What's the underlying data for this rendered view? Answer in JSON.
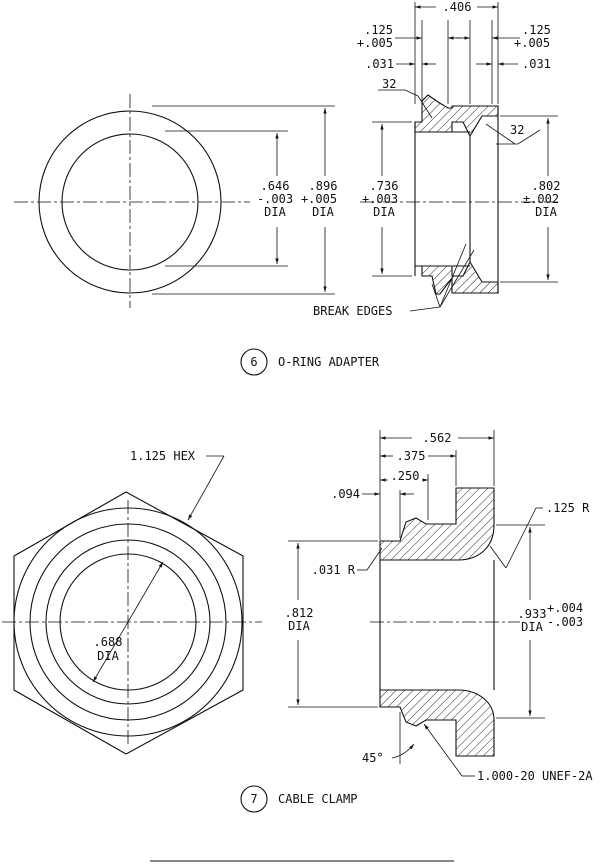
{
  "oring": {
    "title": "O-RING ADAPTER",
    "callout": "6",
    "dim_overall_width": ".406",
    "dim_left_groove": ".125",
    "dim_left_groove_tol": "+.005",
    "dim_right_groove": ".125",
    "dim_right_groove_tol": "+.005",
    "dim_left_step": ".031",
    "dim_right_step": ".031",
    "finish_left": "32",
    "finish_right": "32",
    "dim_bore": [
      ".646",
      "-.003",
      "DIA"
    ],
    "dim_outer": [
      ".896",
      "+.005",
      "DIA"
    ],
    "dim_groove_dia": [
      ".736",
      "+.003",
      "DIA"
    ],
    "dim_right_dia": [
      ".802",
      "±.002",
      "DIA"
    ],
    "note_edges": "BREAK EDGES"
  },
  "clamp": {
    "title": "CABLE CLAMP",
    "callout": "7",
    "hex_label": "1.125 HEX",
    "dim_inner": [
      ".688",
      "DIA"
    ],
    "dim_overall": ".562",
    "dim_375": ".375",
    "dim_250": ".250",
    "dim_094": ".094",
    "radius_large": ".125 R",
    "radius_small": ".031 R",
    "dim_812": [
      ".812",
      "DIA"
    ],
    "dim_933": [
      ".933",
      "DIA"
    ],
    "dim_933_tol_plus": "+.004",
    "dim_933_tol_minus": "-.003",
    "angle": "45°",
    "thread": "1.000-20 UNEF-2A"
  }
}
